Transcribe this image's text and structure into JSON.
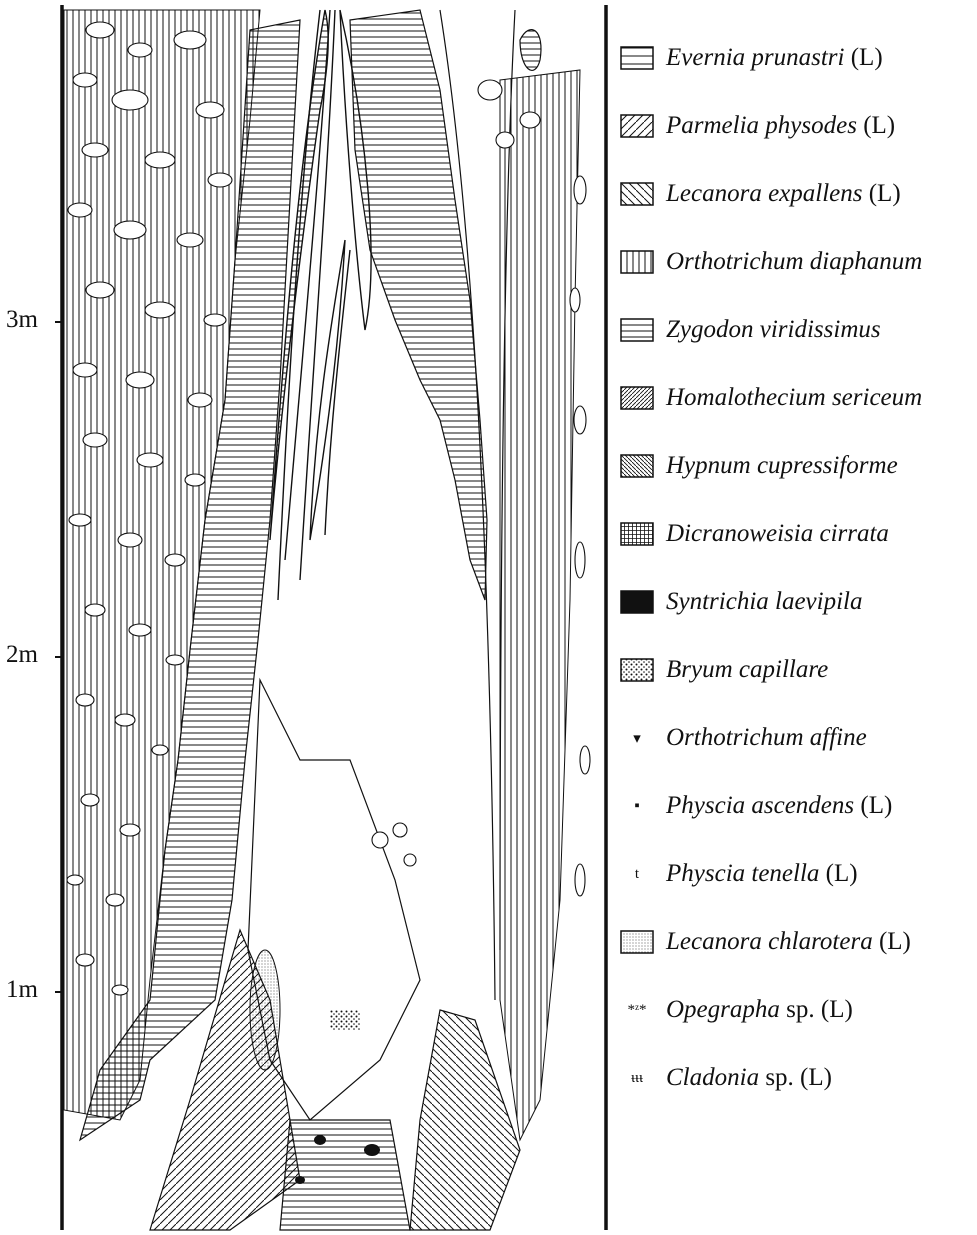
{
  "scale": {
    "marks": [
      {
        "label": "3m"
      },
      {
        "label": "2m"
      },
      {
        "label": "1m"
      }
    ]
  },
  "legend": [
    {
      "species": "Evernia prunastri",
      "suffix": " (L)",
      "pattern": "hlines-sparse"
    },
    {
      "species": "Parmelia physodes",
      "suffix": " (L)",
      "pattern": "diag-right"
    },
    {
      "species": "Lecanora expallens",
      "suffix": " (L)",
      "pattern": "diag-left"
    },
    {
      "species": "Orthotrichum diaphanum",
      "suffix": "",
      "pattern": "vlines"
    },
    {
      "species": "Zygodon viridissimus",
      "suffix": "",
      "pattern": "hlines-dense"
    },
    {
      "species": "Homalothecium sericeum",
      "suffix": "",
      "pattern": "diag-dense"
    },
    {
      "species": "Hypnum cupressiforme",
      "suffix": "",
      "pattern": "diag-left-dense"
    },
    {
      "species": "Dicranoweisia cirrata",
      "suffix": "",
      "pattern": "grid"
    },
    {
      "species": "Syntrichia laevipila",
      "suffix": "",
      "pattern": "solid"
    },
    {
      "species": "Bryum capillare",
      "suffix": "",
      "pattern": "dots"
    },
    {
      "species": "Orthotrichum affine",
      "suffix": "",
      "pattern": "glyph",
      "glyph": "▾"
    },
    {
      "species": "Physcia ascendens",
      "suffix": " (L)",
      "pattern": "glyph",
      "glyph": "▪"
    },
    {
      "species": "Physcia tenella",
      "suffix": " (L)",
      "pattern": "glyph",
      "glyph": "t"
    },
    {
      "species": "Lecanora chlarotera",
      "suffix": " (L)",
      "pattern": "stipple"
    },
    {
      "species": "Opegrapha",
      "suffix": " sp. (L)",
      "pattern": "glyph",
      "glyph": "*ᶻ*"
    },
    {
      "species": "Cladonia",
      "suffix": " sp. (L)",
      "pattern": "glyph",
      "glyph": "ᵼᵼᵼ"
    }
  ]
}
